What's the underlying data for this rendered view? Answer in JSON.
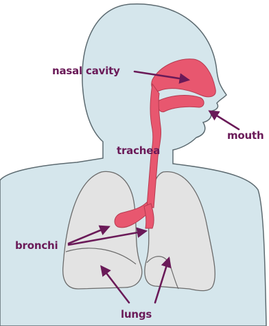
{
  "labels": {
    "nasal_cavity": "nasal cavity",
    "mouth": "mouth",
    "trachea": "trachea",
    "bronchi": "bronchi",
    "lungs": "lungs"
  },
  "colors": {
    "body_fill": "#d5e6ec",
    "body_outline": "#5c6a70",
    "airway": "#e8576f",
    "airway_outline": "#b53a50",
    "lung_fill": "#e3e3e3",
    "lung_outline": "#6b6b6b",
    "label": "#6a1a58",
    "arrow": "#6a1a58"
  }
}
